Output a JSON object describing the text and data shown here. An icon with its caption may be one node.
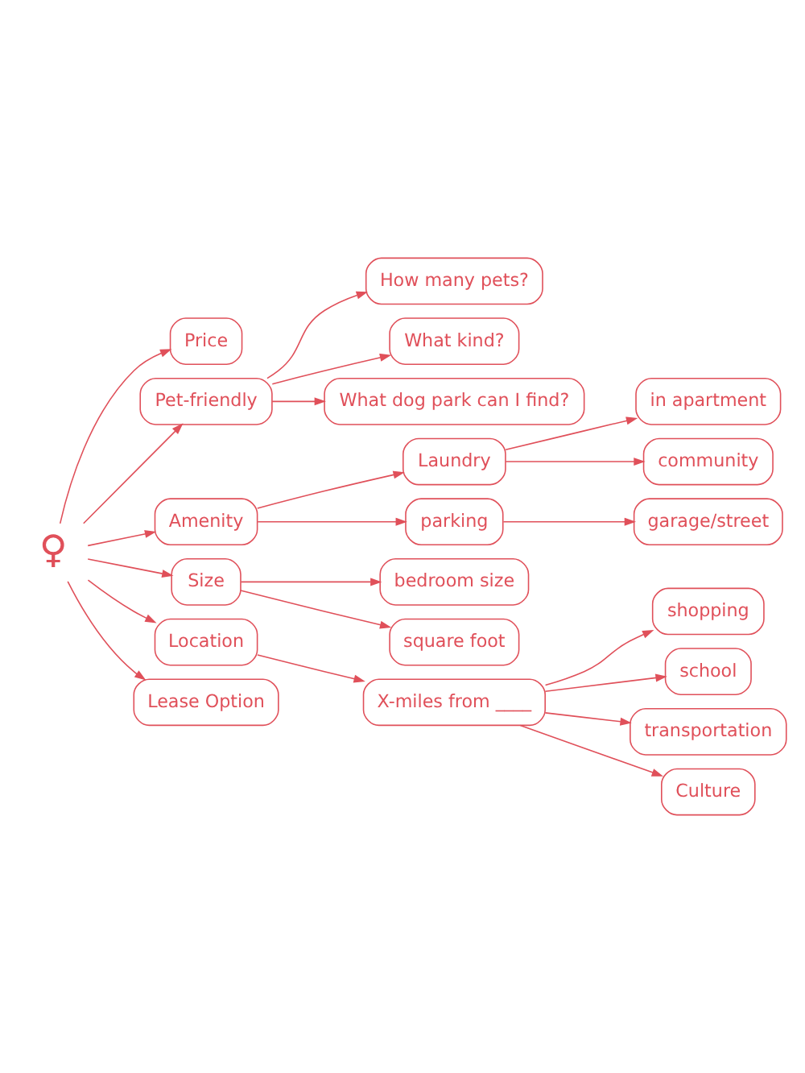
{
  "diagram": {
    "nodes": [
      {
        "text": [
          "♀"
        ]
      },
      {
        "text": [
          "Price"
        ]
      },
      {
        "text": [
          "Pet-friendly"
        ]
      },
      {
        "text": [
          "How many pets?"
        ]
      },
      {
        "text": [
          "What kind?"
        ]
      },
      {
        "text": [
          "What dog park can I find?"
        ]
      },
      {
        "text": [
          "Amenity"
        ]
      },
      {
        "text": [
          "in apartment"
        ]
      },
      {
        "text": [
          "community"
        ]
      },
      {
        "text": [
          "Laundry"
        ]
      },
      {
        "text": [
          "parking"
        ]
      },
      {
        "text": [
          "garage/street"
        ]
      },
      {
        "text": [
          "Size"
        ]
      },
      {
        "text": [
          "bedroom size"
        ]
      },
      {
        "text": [
          "square foot"
        ]
      },
      {
        "text": [
          "Location"
        ]
      },
      {
        "text": [
          "X-miles from ____"
        ]
      },
      {
        "text": [
          "shopping"
        ]
      },
      {
        "text": [
          "school"
        ]
      },
      {
        "text": [
          "transportation"
        ]
      },
      {
        "text": [
          "Culture"
        ]
      },
      {
        "text": [
          "Lease Option"
        ]
      }
    ],
    "edges": [
      {
        "from": 0,
        "to": 1,
        "arrow": "to"
      },
      {
        "from": 0,
        "to": 2,
        "arrow": "to"
      },
      {
        "from": 2,
        "to": 3,
        "arrow": "to"
      },
      {
        "from": 2,
        "to": 4,
        "arrow": "to"
      },
      {
        "from": 2,
        "to": 5,
        "arrow": "to"
      },
      {
        "from": 0,
        "to": 6,
        "arrow": "to"
      },
      {
        "from": 6,
        "to": 9,
        "arrow": "to"
      },
      {
        "from": 6,
        "to": 10,
        "arrow": "to"
      },
      {
        "from": 9,
        "to": 7,
        "arrow": "to"
      },
      {
        "from": 9,
        "to": 8,
        "arrow": "to"
      },
      {
        "from": 10,
        "to": 11,
        "arrow": "to"
      },
      {
        "from": 0,
        "to": 12,
        "arrow": "to"
      },
      {
        "from": 12,
        "to": 13,
        "arrow": "to"
      },
      {
        "from": 12,
        "to": 14,
        "arrow": "to"
      },
      {
        "from": 0,
        "to": 15,
        "arrow": "to"
      },
      {
        "from": 15,
        "to": 16,
        "arrow": "to"
      },
      {
        "from": 16,
        "to": 17,
        "arrow": "to"
      },
      {
        "from": 16,
        "to": 18,
        "arrow": "to"
      },
      {
        "from": 16,
        "to": 19,
        "arrow": "to"
      },
      {
        "from": 16,
        "to": 20,
        "arrow": "to"
      },
      {
        "from": 0,
        "to": 21,
        "arrow": "to"
      }
    ]
  }
}
